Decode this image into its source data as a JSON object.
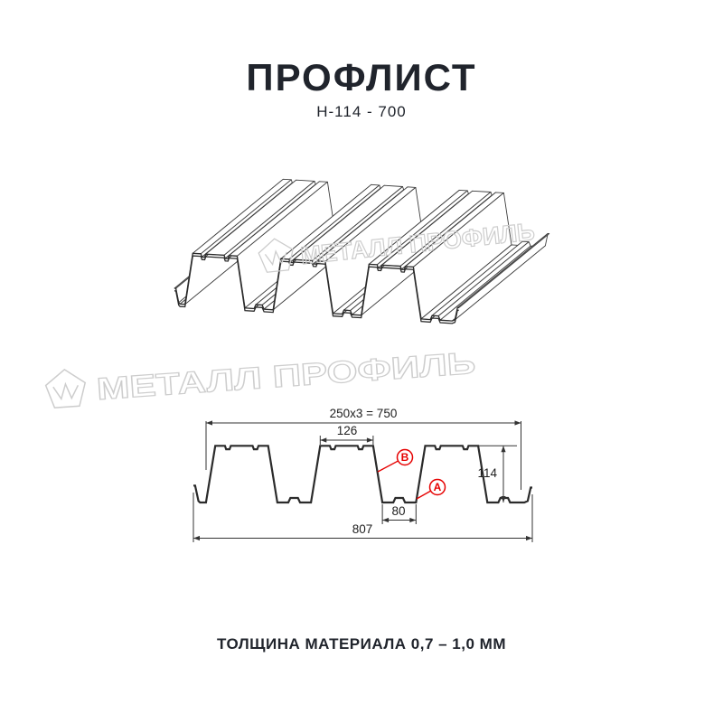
{
  "page": {
    "title": "ПРОФЛИСТ",
    "subtitle": "Н-114 - 700",
    "footer": "ТОЛЩИНА МАТЕРИАЛА 0,7 – 1,0 ММ"
  },
  "watermark": {
    "brand": "МЕТАЛЛ ПРОФИЛЬ"
  },
  "dimensions": {
    "top_pitch": "250x3 = 750",
    "flange_width": "126",
    "height": "114",
    "valley_width": "80",
    "overall_width": "807"
  },
  "callouts": {
    "a": "А",
    "b": "В"
  },
  "colors": {
    "accent_red": "#e60000",
    "line_dark": "#2b2b2b",
    "line_dim": "#333333",
    "watermark_gray": "#cdcdcd",
    "text_dark": "#20242c"
  }
}
